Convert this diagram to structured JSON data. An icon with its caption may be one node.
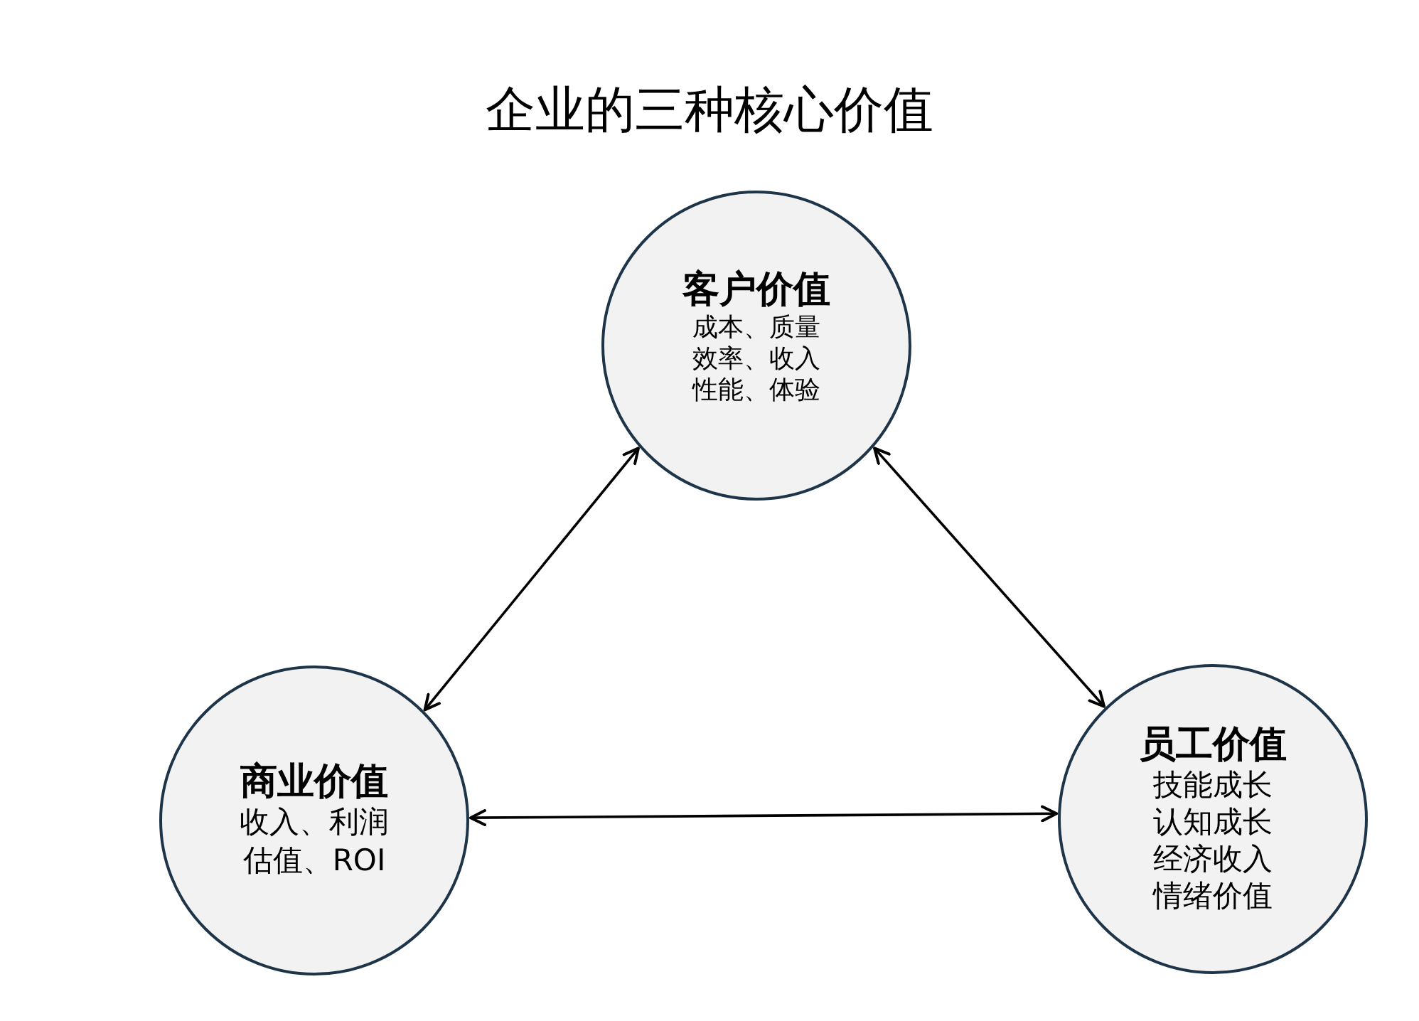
{
  "diagram": {
    "title": "企业的三种核心价值",
    "nodes": [
      {
        "text": [
          "客户价值",
          "成本、质量效率、收入性能、体验"
        ]
      },
      {
        "text": [
          "商业价值",
          "收入、利润估值、ROI"
        ]
      },
      {
        "text": [
          "员工价值",
          "技能成长认知成长经济收入情绪价值"
        ]
      }
    ],
    "edges": [
      {
        "from": 0,
        "to": 1,
        "arrow": "both"
      },
      {
        "from": 0,
        "to": 2,
        "arrow": "both"
      },
      {
        "from": 1,
        "to": 2,
        "arrow": "both"
      }
    ]
  }
}
